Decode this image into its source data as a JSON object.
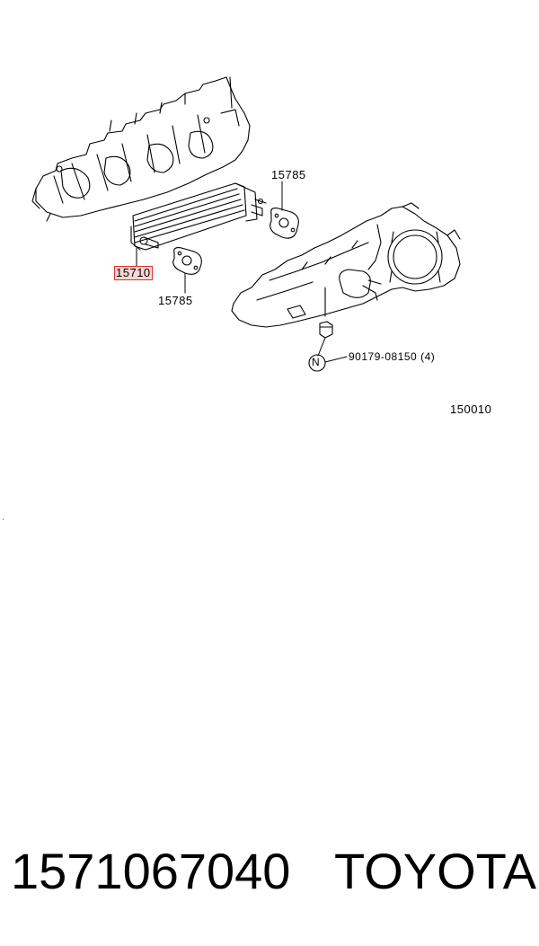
{
  "diagram": {
    "labels": {
      "gasket_top": "15785",
      "gasket_bottom": "15785",
      "cooler_part": "15710",
      "bolt_part": "90179-08150",
      "bolt_qty": "(4)",
      "nut_marker": "N",
      "figure_code": "150010"
    },
    "highlight_color": "#e03030"
  },
  "footer": {
    "part_number": "1571067040",
    "brand": "TOYOTA"
  }
}
